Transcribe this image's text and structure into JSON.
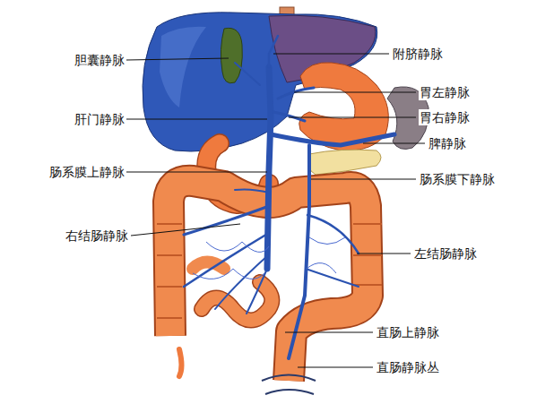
{
  "diagram": {
    "labels": [
      "胆囊静脉",
      "附脐静脉",
      "胃左静脉",
      "肝门静脉",
      "胃右静脉",
      "脾静脉",
      "肠系膜上静脉",
      "肠系膜下静脉",
      "右结肠静脉",
      "左结肠静脉",
      "直肠上静脉",
      "直肠静脉丛"
    ]
  }
}
